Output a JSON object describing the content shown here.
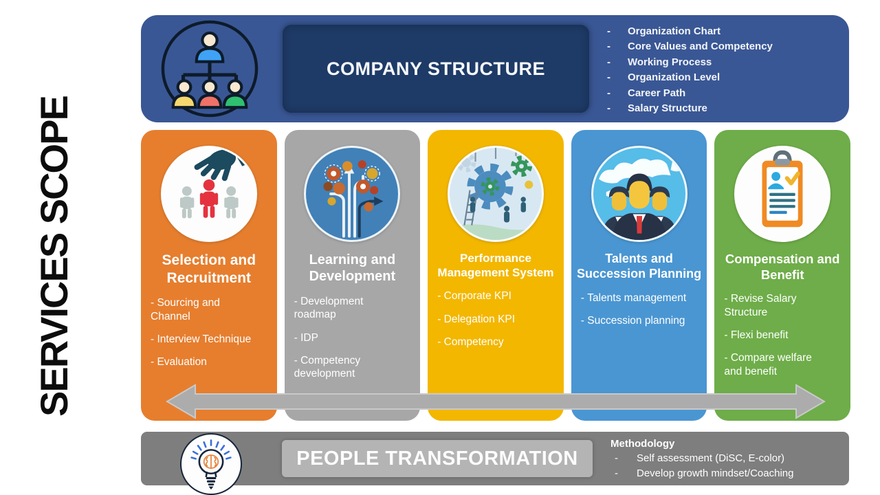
{
  "slide": {
    "background": "#FFFFFF"
  },
  "side_title": "SERVICES SCOPE",
  "top_banner": {
    "bg_color": "#3A5795",
    "icon": "org-chart-icon",
    "title_box": {
      "label": "COMPANY STRUCTURE",
      "bg_color": "#1E3A66"
    },
    "items": [
      "Organization Chart",
      "Core Values and Competency",
      "Working Process",
      "Organization Level",
      "Career Path",
      "Salary Structure"
    ]
  },
  "columns": [
    {
      "title": "Selection and Recruitment",
      "color": "#E67E2E",
      "icon": "recruitment-hand-icon",
      "items": [
        "Sourcing and Channel",
        "Interview Technique",
        "Evaluation"
      ]
    },
    {
      "title": "Learning and Development",
      "color": "#A7A7A7",
      "icon": "learning-tree-icon",
      "items": [
        "Development roadmap",
        "IDP",
        "Competency development"
      ]
    },
    {
      "title": "Performance Management System",
      "color": "#F3B700",
      "icon": "gears-teamwork-icon",
      "items": [
        "Corporate KPI",
        "Delegation KPI",
        "Competency"
      ]
    },
    {
      "title": "Talents and Succession Planning",
      "color": "#4A96D2",
      "icon": "globe-team-icon",
      "items": [
        "Talents management",
        "Succession planning"
      ]
    },
    {
      "title": "Compensation and Benefit",
      "color": "#6EAD49",
      "icon": "clipboard-checklist-icon",
      "items": [
        "Revise Salary Structure",
        "Flexi benefit",
        "Compare welfare and benefit"
      ]
    }
  ],
  "arrow": {
    "color": "#ACACAC",
    "border_color": "#C9C9C9"
  },
  "bottom_banner": {
    "bg_color": "#7E7E7E",
    "icon": "lightbulb-brain-icon",
    "title_box": {
      "label": "PEOPLE TRANSFORMATION",
      "bg_color": "#B4B4B4"
    },
    "methodology": {
      "label": "Methodology",
      "items": [
        "Self assessment (DiSC, E-color)",
        "Develop growth mindset/Coaching"
      ]
    }
  }
}
